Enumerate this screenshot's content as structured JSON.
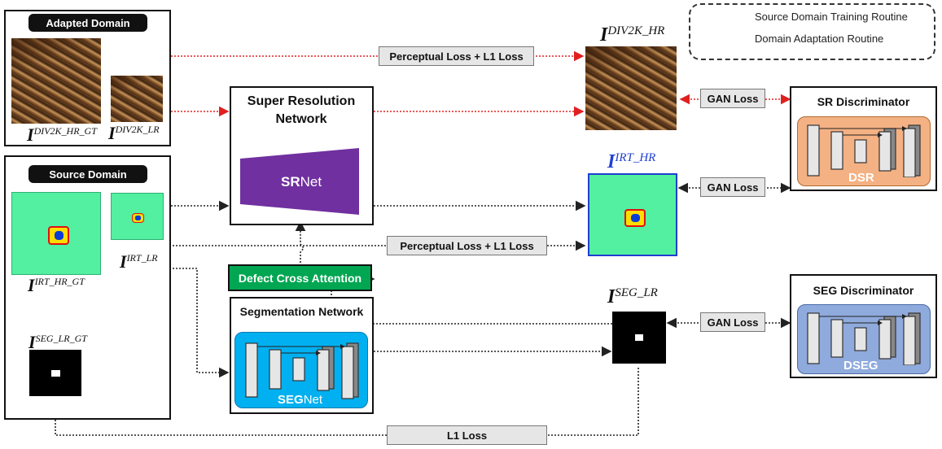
{
  "legend": {
    "source_label": "Source Domain Training Routine",
    "adapt_label": "Domain Adaptation Routine"
  },
  "adapted_domain": {
    "title": "Adapted Domain",
    "gt_label_I": "I",
    "gt_label_sup": "DIV2K_HR_GT",
    "lr_label_I": "I",
    "lr_label_sup": "DIV2K_LR"
  },
  "source_domain": {
    "title": "Source Domain",
    "irt_gt_I": "I",
    "irt_gt_sup": "IRT_HR_GT",
    "irt_lr_I": "I",
    "irt_lr_sup": "IRT_LR",
    "seg_gt_I": "I",
    "seg_gt_sup": "SEG_LR_GT"
  },
  "sr_network": {
    "title": "Super Resolution Network",
    "net_bold": "SR",
    "net_rest": "Net",
    "color": "#7030a0"
  },
  "defect_attention": {
    "label": "Defect Cross Attention",
    "color": "#00a651"
  },
  "seg_network": {
    "title": "Segmentation Network",
    "net_bold": "SEG",
    "net_rest": "Net",
    "color": "#00b0f0"
  },
  "outputs": {
    "div2k_hr_I": "I",
    "div2k_hr_sup": "DIV2K_HR",
    "irt_hr_I": "I",
    "irt_hr_sup": "IRT_HR",
    "seg_lr_I": "I",
    "seg_lr_sup": "SEG_LR"
  },
  "losses": {
    "perceptual_top": "Perceptual Loss + L1 Loss",
    "perceptual_mid": "Perceptual Loss + L1 Loss",
    "gan_1": "GAN Loss",
    "gan_2": "GAN Loss",
    "gan_3": "GAN Loss",
    "l1": "L1 Loss"
  },
  "discriminators": {
    "sr_title": "SR Discriminator",
    "sr_tag": "DSR",
    "sr_color": "#f4b183",
    "seg_title": "SEG Discriminator",
    "seg_tag": "DSEG",
    "seg_color": "#8faadc"
  },
  "colors": {
    "adapt_arrow": "#e02020",
    "source_arrow": "#222222",
    "highlight_border": "#1f3fd0",
    "irt_hr_label": "#1f3fd0"
  }
}
